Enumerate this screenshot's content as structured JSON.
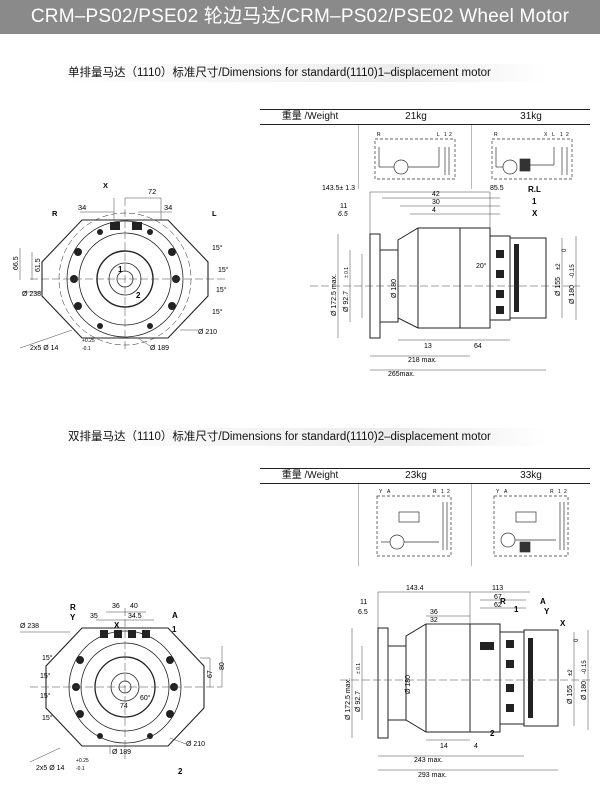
{
  "title": "CRM–PS02/PSE02 轮边马达/CRM–PS02/PSE02 Wheel Motor",
  "section1": {
    "heading": "单排量马达（1110）标准尺寸/Dimensions for standard(1110)1–displacement motor",
    "weight_label": "重量 /Weight",
    "weight_a": "21kg",
    "weight_b": "31kg",
    "front": {
      "X": "X",
      "dim72": "72",
      "R": "R",
      "dim34a": "34",
      "dim34b": "34",
      "L": "L",
      "d665": "66.5",
      "d615": "61.5",
      "one": "1",
      "two": "2",
      "a15a": "15°",
      "a15b": "15°",
      "a15c": "15°",
      "a15d": "15°",
      "d238": "Ø 238",
      "d210": "Ø 210",
      "d189": "Ø 189",
      "holes": "2x5 Ø 14",
      "tol_up": "+0.25",
      "tol_dn": "-0.1"
    },
    "side": {
      "d1435": "143.5± 1.3",
      "d855": "85.5",
      "d42": "42",
      "d30": "30",
      "d4": "4",
      "d11": "11",
      "d65": "6.5",
      "RL": "R.L",
      "one": "1",
      "X": "X",
      "deg20": "20°",
      "d1725": "Ø 172.5 max.",
      "d927": "Ø 92.7",
      "d927tol": "± 0.1",
      "d180": "Ø 180",
      "d155": "Ø 155",
      "d155tol": "±2",
      "d180b": "Ø 180",
      "d180btol": "-0.15",
      "d180bzero": "0",
      "d13": "13",
      "d64": "64",
      "d218": "218 max.",
      "d265": "265max."
    },
    "schem_a": {
      "R": "R",
      "L": "L",
      "one": "1",
      "two": "2"
    },
    "schem_b": {
      "R": "R",
      "L": "L",
      "X": "X",
      "one": "1",
      "two": "2"
    }
  },
  "section2": {
    "heading": "双排量马达（1110）标准尺寸/Dimensions for standard(1110)2–displacement motor",
    "weight_label": "重量 /Weight",
    "weight_a": "23kg",
    "weight_b": "33kg",
    "front": {
      "R": "R",
      "Y": "Y",
      "X": "X",
      "A": "A",
      "one": "1",
      "two": "2",
      "d238": "Ø 238",
      "d36": "36",
      "d40": "40",
      "d35": "35",
      "d345": "34.5",
      "d67": "67",
      "d80": "80",
      "d74": "74",
      "deg60": "60°",
      "a15a": "15°",
      "a15b": "15°",
      "a15c": "15°",
      "a15d": "15°",
      "d210": "Ø 210",
      "d189": "Ø 189",
      "holes": "2x5 Ø 14",
      "tol_up": "+0.25",
      "tol_dn": "-0.1"
    },
    "side": {
      "d1434": "143.4",
      "d113": "113",
      "d67": "67",
      "d62": "62",
      "d36": "36",
      "d32": "32",
      "d11": "11",
      "d65": "6.5",
      "R": "R",
      "one": "1",
      "A": "A",
      "Y": "Y",
      "X": "X",
      "two": "2",
      "d1725": "Ø 172.5 max.",
      "d927": "Ø 92.7",
      "d927tol": "± 0.1",
      "d180": "Ø 180",
      "d155": "Ø 155",
      "d155tol": "±2",
      "d180b": "Ø 180",
      "d180btol": "-0.15",
      "d180bzero": "0",
      "d14": "14",
      "d4": "4",
      "d243": "243 max.",
      "d293": "293 max."
    },
    "schem_a": {
      "Y": "Y",
      "A": "A",
      "R": "R",
      "one": "1",
      "two": "2"
    },
    "schem_b": {
      "Y": "Y",
      "A": "A",
      "R": "R",
      "one": "1",
      "two": "2"
    }
  }
}
